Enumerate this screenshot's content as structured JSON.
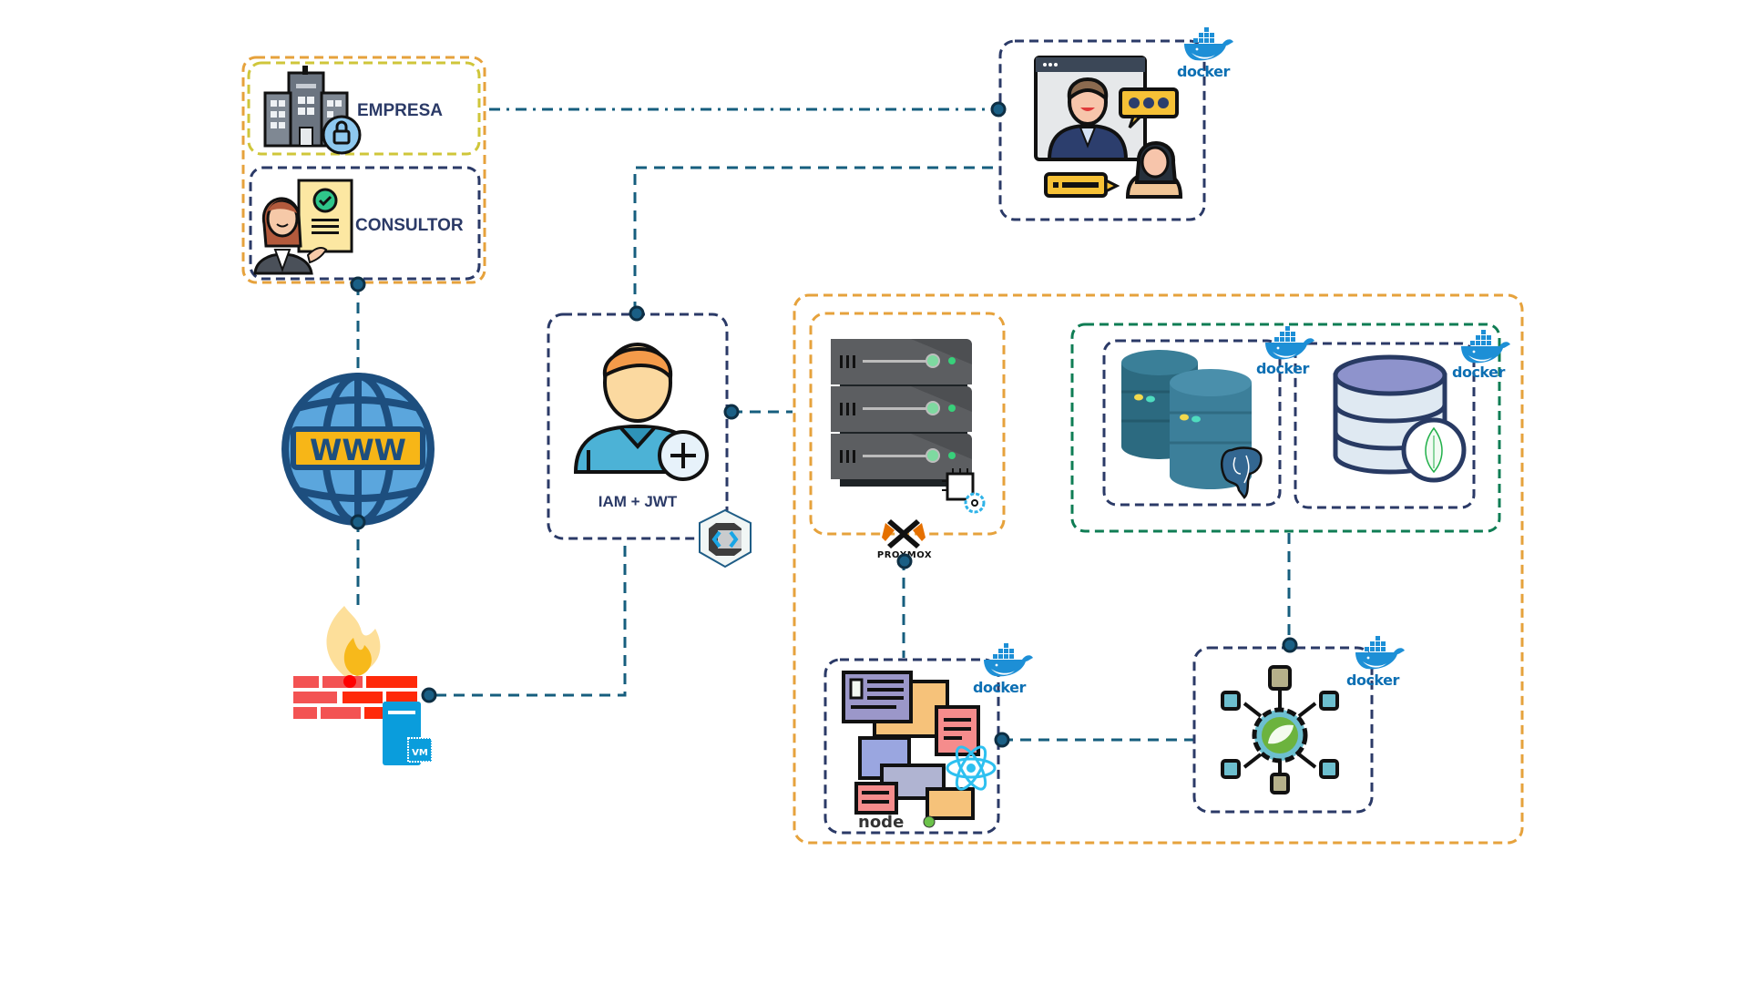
{
  "diagram": {
    "type": "architecture",
    "colors": {
      "navy": "#2b3a67",
      "teal_line": "#165e7e",
      "orange": "#e6a23c",
      "yellow": "#cfc63a",
      "green": "#0f7d54",
      "docker": "#1d8fd6",
      "dot": "#1a5f85"
    },
    "nodes": {
      "empresa": {
        "label": "EMPRESA",
        "icon": "building-lock-icon"
      },
      "consultor": {
        "label": "CONSULTOR",
        "icon": "consultant-document-icon"
      },
      "internet": {
        "label": "WWW",
        "icon": "globe-www-icon"
      },
      "firewall": {
        "label": "VM",
        "icon": "firewall-vm-icon"
      },
      "iam": {
        "label": "IAM + JWT",
        "icon": "user-add-icon",
        "badge": "keycloak-icon"
      },
      "videocall": {
        "icon": "video-meeting-icon",
        "badge": "docker"
      },
      "server": {
        "icon": "server-rack-icon",
        "badge": "PROXMOX"
      },
      "postgres": {
        "icon": "postgresql-database-icon",
        "badge": "docker"
      },
      "mongodb": {
        "icon": "mongodb-database-icon",
        "badge": "docker"
      },
      "frontend": {
        "icon": "react-node-frontend-icon",
        "badge": "docker",
        "sublabel": "node"
      },
      "backend": {
        "icon": "spring-microservices-icon",
        "badge": "docker"
      }
    },
    "groups": [
      {
        "name": "clients-group",
        "members": [
          "empresa",
          "consultor"
        ]
      },
      {
        "name": "infrastructure-group",
        "members": [
          "server",
          "databases",
          "frontend",
          "backend"
        ]
      },
      {
        "name": "databases-group",
        "members": [
          "postgres",
          "mongodb"
        ]
      }
    ],
    "edges": [
      {
        "from": "empresa",
        "to": "videocall",
        "style": "dash-dot"
      },
      {
        "from": "iam",
        "to": "videocall",
        "style": "dashed"
      },
      {
        "from": "consultor",
        "to": "internet",
        "style": "dashed"
      },
      {
        "from": "internet",
        "to": "firewall",
        "style": "dashed"
      },
      {
        "from": "firewall",
        "to": "iam",
        "style": "dashed"
      },
      {
        "from": "iam",
        "to": "infrastructure",
        "style": "dashed"
      },
      {
        "from": "server",
        "to": "frontend",
        "style": "dashed"
      },
      {
        "from": "frontend",
        "to": "backend",
        "style": "dashed"
      },
      {
        "from": "databases",
        "to": "backend",
        "style": "dashed"
      }
    ],
    "docker_label": "docker",
    "proxmox_label": "PROXMOX",
    "www_label": "WWW",
    "vm_label": "VM",
    "node_label": "node"
  }
}
